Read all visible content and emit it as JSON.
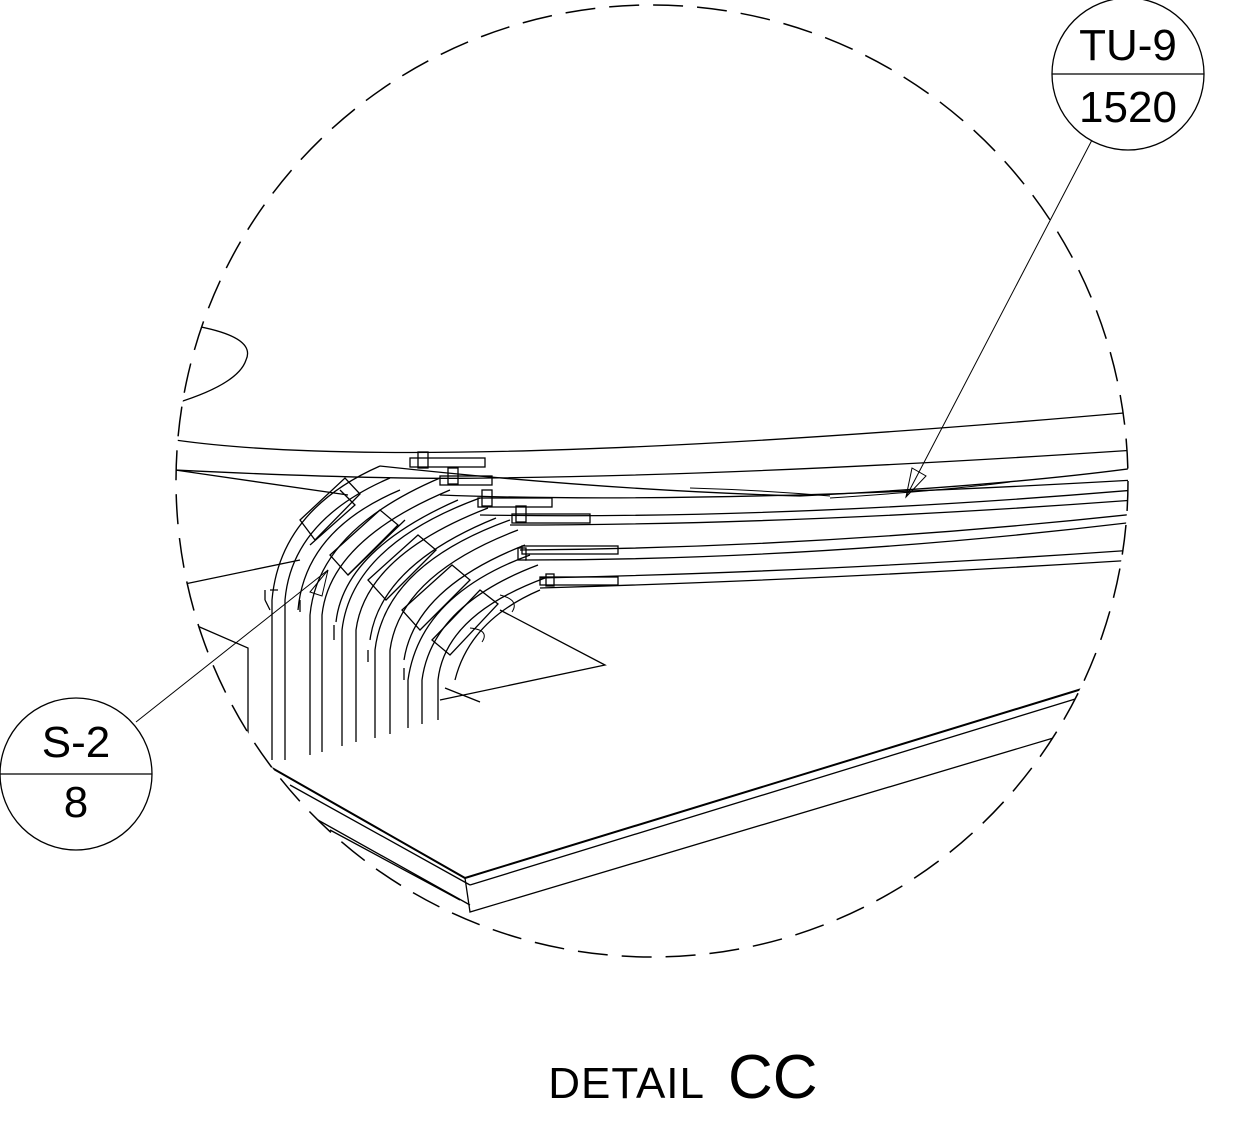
{
  "callouts": {
    "top_right": {
      "id": "TU-9",
      "ref": "1520"
    },
    "left": {
      "id": "S-2",
      "ref": "8"
    }
  },
  "title": {
    "prefix": "DETAIL",
    "label": "CC"
  }
}
